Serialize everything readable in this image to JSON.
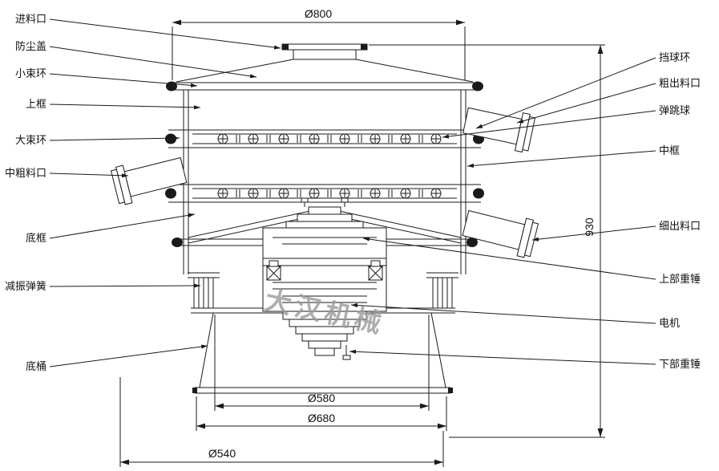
{
  "diagram": {
    "watermark": "大汉机械",
    "left_labels": [
      {
        "id": "feed-inlet",
        "text": "进料口"
      },
      {
        "id": "dust-cover",
        "text": "防尘盖"
      },
      {
        "id": "small-clamp-ring",
        "text": "小束环"
      },
      {
        "id": "upper-frame",
        "text": "上框"
      },
      {
        "id": "large-clamp-ring",
        "text": "大束环"
      },
      {
        "id": "mid-coarse-outlet",
        "text": "中粗料口"
      },
      {
        "id": "bottom-frame",
        "text": "底框"
      },
      {
        "id": "damping-spring",
        "text": "减振弹簧"
      },
      {
        "id": "bottom-barrel",
        "text": "底桶"
      }
    ],
    "right_labels": [
      {
        "id": "ball-stop-ring",
        "text": "挡球环"
      },
      {
        "id": "coarse-outlet",
        "text": "粗出料口"
      },
      {
        "id": "bounce-ball",
        "text": "弹跳球"
      },
      {
        "id": "middle-frame",
        "text": "中框"
      },
      {
        "id": "fine-outlet",
        "text": "细出料口"
      },
      {
        "id": "upper-weight",
        "text": "上部重锤"
      },
      {
        "id": "motor",
        "text": "电机"
      },
      {
        "id": "lower-weight",
        "text": "下部重锤"
      }
    ],
    "dimensions": {
      "top": "Ø800",
      "height": "930",
      "barrel_top": "Ø580",
      "barrel_flange": "Ø680",
      "base": "Ø540"
    }
  }
}
